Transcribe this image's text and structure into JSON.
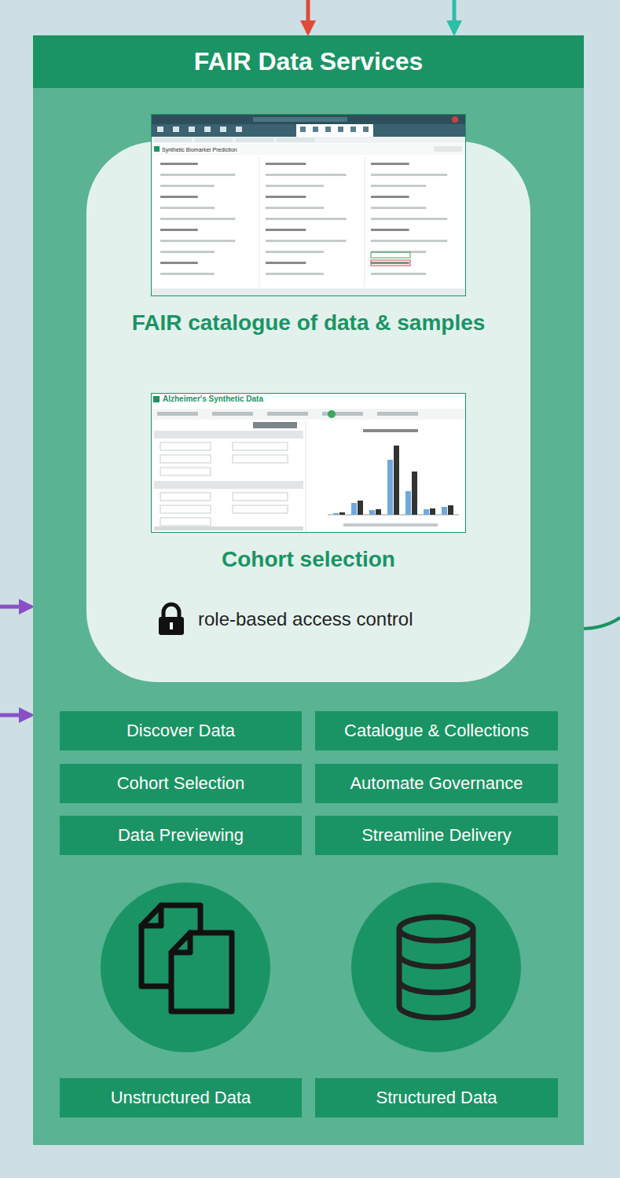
{
  "diagram": {
    "nodes": [
      {
        "text": [
          "FAIR Data Services"
        ]
      },
      {
        "text": [
          "FAIR catalogue of data & samples",
          "Cohort selection",
          "role-based access control"
        ],
        "in": 0
      },
      {
        "text": [
          "Discover Data"
        ],
        "in": 0
      },
      {
        "text": [
          "Catalogue & Collections"
        ],
        "in": 0
      },
      {
        "text": [
          "Cohort Selection"
        ],
        "in": 0
      },
      {
        "text": [
          "Automate Governance"
        ],
        "in": 0
      },
      {
        "text": [
          "Data Previewing"
        ],
        "in": 0
      },
      {
        "text": [
          "Streamline Delivery"
        ],
        "in": 0
      },
      {
        "text": [
          "Unstructured Data"
        ],
        "in": 0
      },
      {
        "text": [
          "Structured Data"
        ],
        "in": 0
      }
    ],
    "labels": [
      "Synthetic Biomarker Prediction",
      "Alzheimer's Synthetic Data"
    ]
  }
}
